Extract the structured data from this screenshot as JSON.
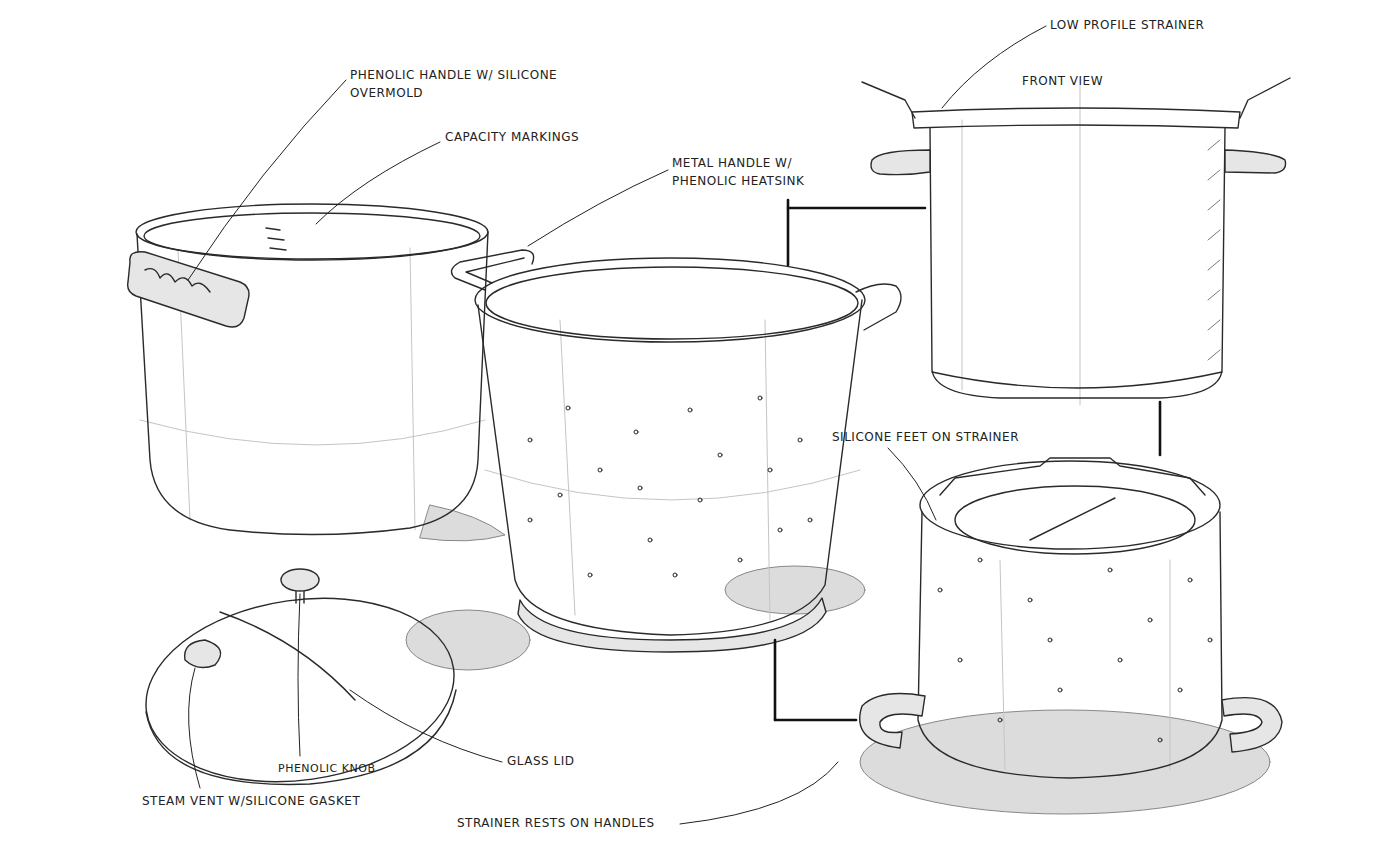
{
  "diagram": {
    "labels": [
      "LOW PROFILE STRAINER",
      "PHENOLIC HANDLE W/ SILICONE OVERMOLD",
      "FRONT VIEW",
      "CAPACITY MARKINGS",
      "METAL HANDLE W/ PHENOLIC HEATSINK",
      "SILICONE FEET ON STRAINER",
      "GLASS LID",
      "PHENOLIC KNOB",
      "STEAM VENT W/SILICONE GASKET",
      "STRAINER RESTS ON HANDLES"
    ]
  }
}
